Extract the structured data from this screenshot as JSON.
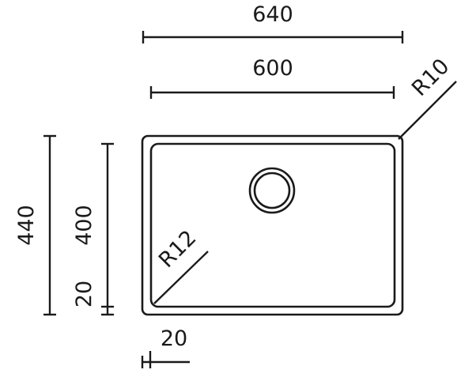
{
  "dimensions": {
    "outer_width": "640",
    "inner_width": "600",
    "outer_height": "440",
    "inner_height": "400",
    "flange_vertical": "20",
    "flange_horizontal": "20",
    "corner_radius_outer": "R10",
    "corner_radius_inner": "R12"
  },
  "colors": {
    "line": "#1a1a1a",
    "background": "#ffffff"
  }
}
